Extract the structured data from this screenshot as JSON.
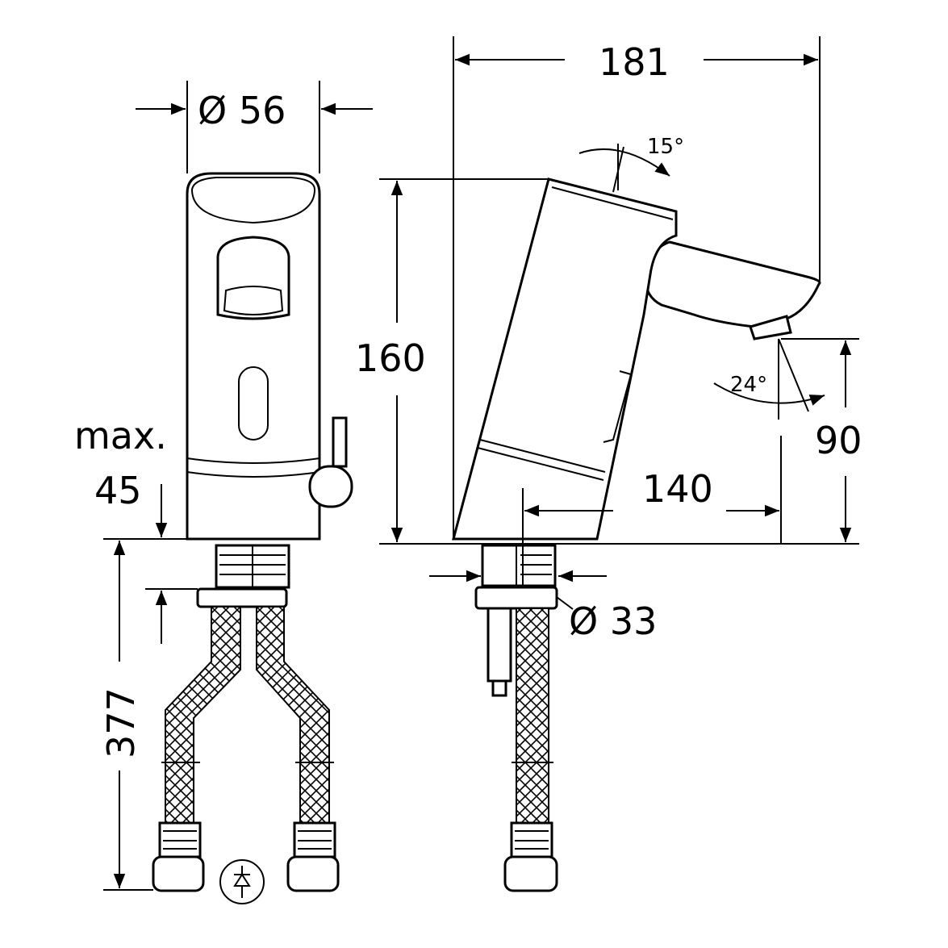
{
  "dimensions": {
    "body_diameter": "Ø 56",
    "total_depth": "181",
    "spout_tilt_angle": "15°",
    "height": "160",
    "spray_angle": "24°",
    "outlet_height": "90",
    "max_label": "max.",
    "max_thickness": "45",
    "spout_reach": "140",
    "shank_diameter": "Ø 33",
    "hose_length": "377"
  },
  "symbols": {
    "flow_symbol": "check-valve-icon"
  }
}
